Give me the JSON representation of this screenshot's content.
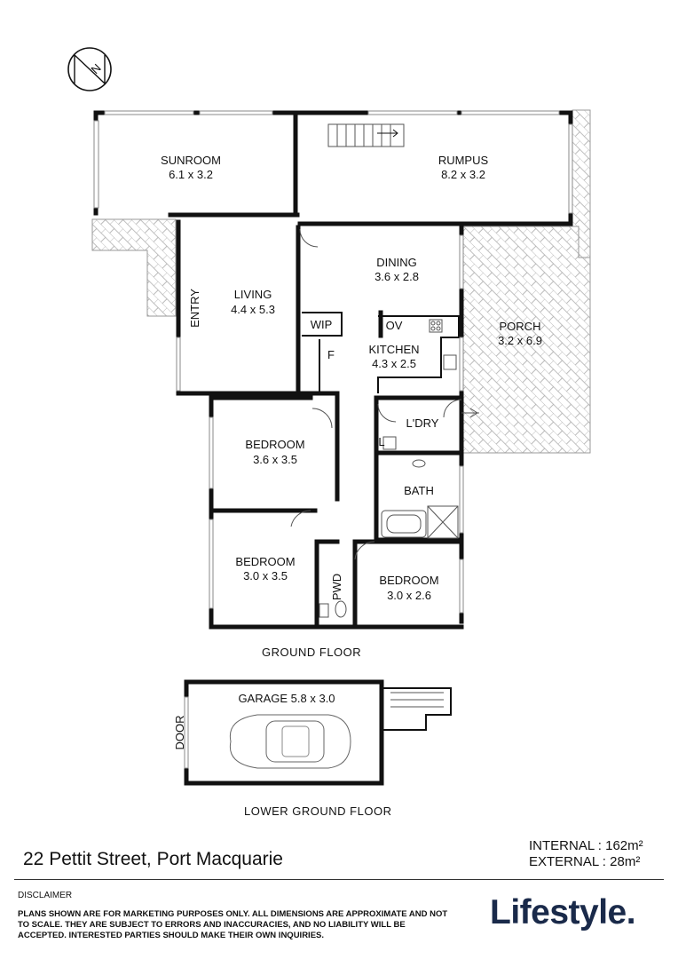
{
  "compass": {
    "label": "N"
  },
  "rooms": {
    "sunroom": {
      "name": "SUNROOM",
      "size": "6.1 x 3.2"
    },
    "rumpus": {
      "name": "RUMPUS",
      "size": "8.2 x 3.2"
    },
    "dining": {
      "name": "DINING",
      "size": "3.6 x 2.8"
    },
    "living": {
      "name": "LIVING",
      "size": "4.4 x 5.3"
    },
    "entry": {
      "name": "ENTRY"
    },
    "wip": {
      "name": "WIP"
    },
    "ov": {
      "name": "OV"
    },
    "kitchen": {
      "name": "KITCHEN",
      "size": "4.3 x 2.5"
    },
    "f": {
      "name": "F"
    },
    "porch": {
      "name": "PORCH",
      "size": "3.2 x 6.9"
    },
    "laundry": {
      "name": "L'DRY"
    },
    "l": {
      "name": "L"
    },
    "bedroom1": {
      "name": "BEDROOM",
      "size": "3.6 x 3.5"
    },
    "bath": {
      "name": "BATH"
    },
    "bedroom2": {
      "name": "BEDROOM",
      "size": "3.0 x 3.5"
    },
    "pwd": {
      "name": "PWD"
    },
    "bedroom3": {
      "name": "BEDROOM",
      "size": "3.0 x 2.6"
    },
    "garage": {
      "name": "GARAGE 5.8 x 3.0"
    },
    "door": {
      "name": "DOOR"
    }
  },
  "floors": {
    "ground": "GROUND FLOOR",
    "lower": "LOWER GROUND FLOOR"
  },
  "address": "22 Pettit Street, Port Macquarie",
  "area": {
    "internal": "INTERNAL : 162m²",
    "external": "EXTERNAL : 28m²"
  },
  "disclaimer": {
    "title": "DISCLAIMER",
    "text": "PLANS SHOWN ARE FOR MARKETING PURPOSES ONLY. ALL DIMENSIONS ARE APPROXIMATE AND NOT TO SCALE. THEY ARE SUBJECT TO ERRORS AND INACCURACIES, AND NO LIABILITY WILL BE ACCEPTED. INTERESTED PARTIES SHOULD MAKE THEIR OWN INQUIRIES."
  },
  "brand": "Lifestyle."
}
